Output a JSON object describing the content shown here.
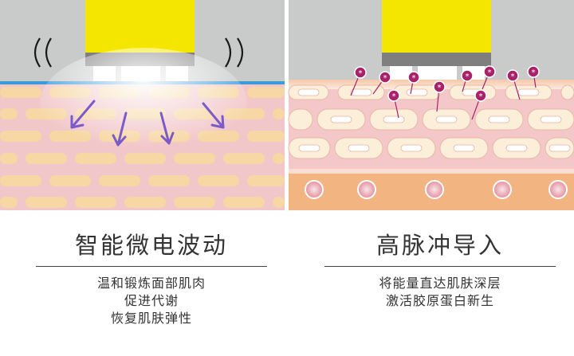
{
  "panels": [
    {
      "title": "智能微电波动",
      "lines": [
        "温和锻炼面部肌肉",
        "促进代谢",
        "恢复肌肤弹性"
      ]
    },
    {
      "title": "高脉冲导入",
      "lines": [
        "将能量直达肌肤深层",
        "激活胶原蛋白新生"
      ]
    }
  ],
  "colors": {
    "device_yellow": "#f5e600",
    "device_gray": "#808080",
    "background_gray": "#c9caca",
    "skin_pink": "#f2c7c9",
    "fat_cell_orange": "#f7d7a3",
    "cell_cream": "#fcefd9",
    "dermis_orange": "#f2b582",
    "arrow_purple": "#7b5bc9",
    "particle_magenta": "#a8226a",
    "surface_blue": "#3b9bd9"
  }
}
